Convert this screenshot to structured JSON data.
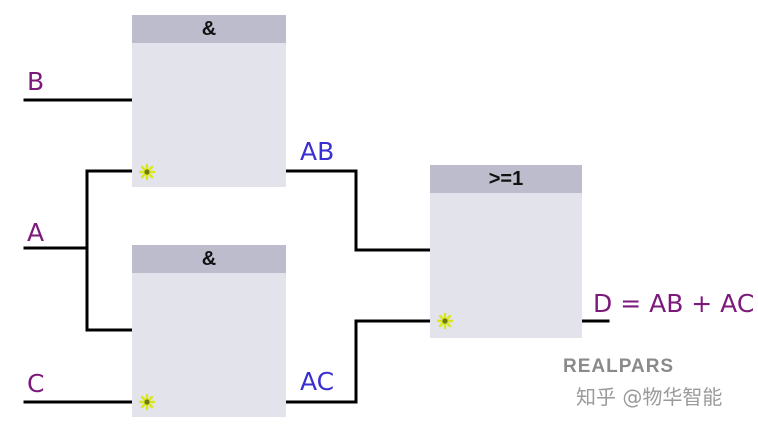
{
  "colors": {
    "block_body": "#e3e3ec",
    "block_header": "#bcbccc",
    "wire": "#000000",
    "input_label": "#7b1a7b",
    "signal_label": "#3a2fd0",
    "brand": "#8a8a8a",
    "watermark": "#9a9a9a",
    "connector_star": "#d9e81a"
  },
  "blocks": {
    "and_top": {
      "title": "&"
    },
    "and_bottom": {
      "title": "&"
    },
    "or_block": {
      "title": ">=1"
    }
  },
  "labels": {
    "input_b": "B",
    "input_a": "A",
    "input_c": "C",
    "signal_ab": "AB",
    "signal_ac": "AC",
    "output": "D = AB + AC"
  },
  "brand": "REALPARS",
  "watermark": "知乎 @物华智能",
  "icons": {
    "connector": "yellow-asterisk-icon"
  }
}
